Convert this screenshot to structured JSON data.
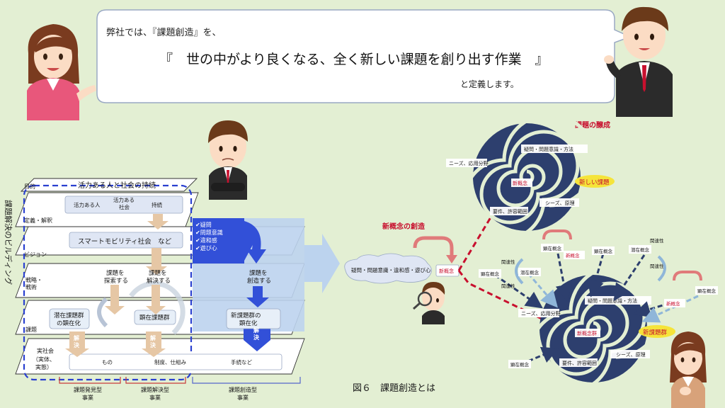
{
  "banner": {
    "line1": "弊社では、『課題創造』を、",
    "line2": "『　世の中がより良くなる、全く新しい課題を創り出す作業　』",
    "line3": "と定義します。"
  },
  "building": {
    "vertical_title": "課題解決のビルディング",
    "layers": {
      "purpose": "目的",
      "definition": "定義・解釈",
      "vision": "ビジョン",
      "strategy1": "戦略・",
      "strategy2": "戦術",
      "issue": "課題",
      "society1": "実社会",
      "society2": "（実体、",
      "society3": "実態）"
    },
    "purpose_title": "活力ある人と社会の持続",
    "purpose_items": [
      "活力ある人",
      "活力ある",
      "社会",
      "持続"
    ],
    "vision_text": "スマートモビリティ社会　など",
    "strategy_search": [
      "課題を",
      "探索する"
    ],
    "strategy_solve": [
      "課題を",
      "解決する"
    ],
    "strategy_create": [
      "課題を",
      "創造する"
    ],
    "latent_group": [
      "潜在課題群",
      "の顕在化"
    ],
    "manifest_group": "顕在課題群",
    "new_group": [
      "新課題群の",
      "顕在化"
    ],
    "solve_label": [
      "解",
      "決"
    ],
    "society_items": [
      "もの",
      "制度、仕組み",
      "手続など"
    ],
    "checklist": [
      "✔疑問",
      "✔問題意識",
      "✔違和感",
      "✔遊び心"
    ],
    "bottom_labels": [
      [
        "課題発見型",
        "事業"
      ],
      [
        "課題解決型",
        "事業"
      ],
      [
        "課題創造型",
        "事業"
      ]
    ]
  },
  "right": {
    "title_jousei": "課題の醸成",
    "title_creation": "新概念の創造",
    "new_issue": "新しい課題",
    "new_issue_group": "新課題群",
    "needs": "ニーズ、応用分野",
    "doubt": "疑問・問題意識・方法",
    "seeds": "シーズ、原理",
    "requirements": "要件、許容範囲",
    "new_concept": "新概念",
    "new_concept_group": "新概念群",
    "cloud_text": "疑問・問題意識・違和感・遊び心",
    "manifest_concept": "顕在概念",
    "latent_concept": "潜在概念",
    "relevance": "関連性"
  },
  "caption": "図６　課題創造とは"
}
